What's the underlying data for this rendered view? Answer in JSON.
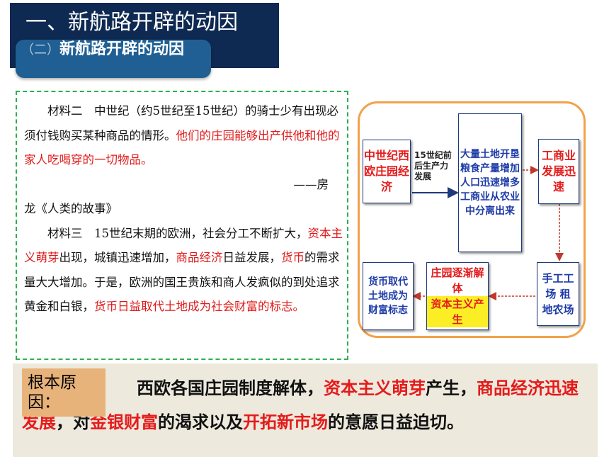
{
  "header": {
    "title": "一、新航路开辟的动因",
    "sub_num": "（二）",
    "sub_title": "新航路开辟的动因"
  },
  "material": {
    "paragraphs": [
      {
        "class": "indent",
        "parts": [
          {
            "text": "材料二　中世纪（约5世纪至15世纪）的骑士少有出现必须付钱购买某种商品的情形。"
          },
          {
            "text": "他们的庄园能够出产供他和他的家人吃喝穿的一切物品。",
            "red": true
          }
        ]
      },
      {
        "class": "right",
        "parts": [
          {
            "text": "——房"
          }
        ]
      },
      {
        "class": "",
        "parts": [
          {
            "text": "龙《人类的故事》"
          }
        ]
      },
      {
        "class": "indent",
        "parts": [
          {
            "text": "材料三　15世纪末期的欧洲，社会分工不断扩大，"
          },
          {
            "text": "资本主义萌芽",
            "red": true
          },
          {
            "text": "出现，城镇迅速增加，"
          },
          {
            "text": "商品经济",
            "red": true
          },
          {
            "text": "日益发展，"
          },
          {
            "text": "货币",
            "red": true
          },
          {
            "text": "的需求量大大增加。于是，欧洲的国王贵族和商人发疯似的到处追求黄金和白银，"
          },
          {
            "text": "货币日益取代土地成为社会财富的标志。",
            "red": true
          }
        ]
      }
    ]
  },
  "flow": {
    "box_manor": "中世纪西欧庄园经济",
    "label_15c": "15世纪前后生产力发展",
    "box_land": "大量土地开垦 粮食产量增加 人口迅速增多 工商业从农业中分离出来",
    "box_commerce": "工商业发展迅速",
    "box_workshop": "手工工场 租地农场",
    "box_dissolve_1": "庄园逐渐解体",
    "box_dissolve_2": "资本主义产生",
    "box_currency": "货币取代土地成为财富标志",
    "colors": {
      "frame": "#f2a24a",
      "red": "#e51b1b",
      "blue": "#1e3ca8",
      "highlight": "#fbee24"
    }
  },
  "reason": {
    "label": "根本原因：",
    "parts": [
      {
        "text": "西欧各国庄园制度解体，"
      },
      {
        "text": "资本主义萌芽",
        "red": true
      },
      {
        "text": "产生，"
      },
      {
        "text": "商品经济迅速发展",
        "red": true
      },
      {
        "text": "，对"
      },
      {
        "text": "金银财富",
        "red": true
      },
      {
        "text": "的渴求以及"
      },
      {
        "text": "开拓新市场",
        "red": true
      },
      {
        "text": "的意愿日益迫切。"
      }
    ]
  }
}
